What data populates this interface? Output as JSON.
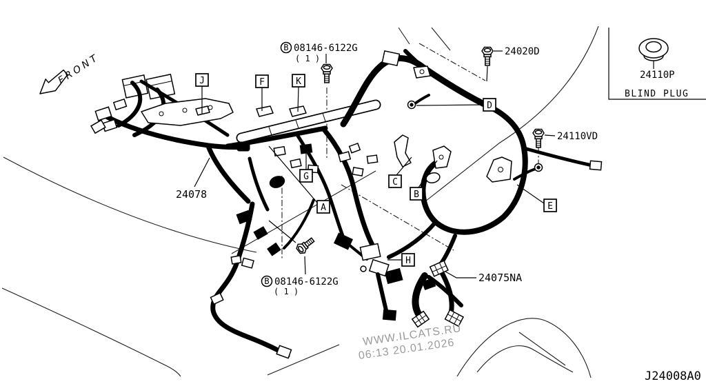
{
  "diagram": {
    "front_label": "FRONT",
    "drawing_code": "J24008A0",
    "watermark": {
      "line1": "WWW.ILCATS.RU",
      "line2": "06:13 20.01.2026"
    },
    "callouts": {
      "A": "A",
      "B": "B",
      "C": "C",
      "D": "D",
      "E": "E",
      "F": "F",
      "G": "G",
      "H": "H",
      "J": "J",
      "K": "K"
    },
    "parts": {
      "bolt_clip": {
        "circle_letter": "B",
        "number": "08146-6122G",
        "qty": "( 1 )"
      },
      "p24020d": "24020D",
      "p24110p": "24110P",
      "blind_plug_caption": "BLIND PLUG",
      "p24110vd": "24110VD",
      "p24078": "24078",
      "p24075na": "24075NA"
    },
    "colors": {
      "line": "#000000",
      "watermark": "#9b9b9b",
      "background": "#ffffff"
    }
  }
}
